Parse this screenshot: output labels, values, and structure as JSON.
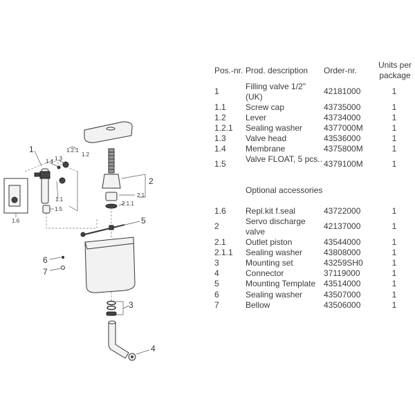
{
  "diagram": {
    "labels": {
      "l1": "1",
      "l1_1": "1.1",
      "l1_2": "1.2",
      "l1_2_1": "1.2.1",
      "l1_3": "1.3",
      "l1_4": "1.4",
      "l1_5": "1.5",
      "l1_6": "1.6",
      "l2": "2",
      "l2_1": "2.1",
      "l2_1_1": "2.1.1",
      "l3": "3",
      "l4": "4",
      "l5": "5",
      "l6": "6",
      "l7": "7"
    }
  },
  "table": {
    "headers": {
      "pos": "Pos.-nr.",
      "desc": "Prod. description",
      "order": "Order-nr.",
      "units": "Units per package"
    },
    "rows": [
      {
        "pos": "1",
        "desc": "Filling valve 1/2\" (UK)",
        "order": "42181000",
        "units": "1"
      },
      {
        "pos": "1.1",
        "desc": "Screw cap",
        "order": "43735000",
        "units": "1"
      },
      {
        "pos": "1.2",
        "desc": "Lever",
        "order": "43734000",
        "units": "1"
      },
      {
        "pos": "1.2.1",
        "desc": "Sealing washer",
        "order": "4377000M",
        "units": "1"
      },
      {
        "pos": "1.3",
        "desc": "Valve head",
        "order": "43536000",
        "units": "1"
      },
      {
        "pos": "1.4",
        "desc": "Membrane",
        "order": "4375800M",
        "units": "1"
      },
      {
        "pos": "1.5",
        "desc": "Valve FLOAT, 5 pcs..",
        "order": "4379100M",
        "units": "1"
      }
    ],
    "section_title": "Optional accessories",
    "optional_rows": [
      {
        "pos": "1.6",
        "desc": "Repl.kit f.seal",
        "order": "43722000",
        "units": "1"
      },
      {
        "pos": "2",
        "desc": "Servo discharge valve",
        "order": "42137000",
        "units": "1"
      },
      {
        "pos": "2.1",
        "desc": "Outlet piston",
        "order": "43544000",
        "units": "1"
      },
      {
        "pos": "2.1.1",
        "desc": "Sealing washer",
        "order": "43808000",
        "units": "1"
      },
      {
        "pos": "3",
        "desc": "Mounting set",
        "order": "43259SH0",
        "units": "1"
      },
      {
        "pos": "4",
        "desc": "Connector",
        "order": "37119000",
        "units": "1"
      },
      {
        "pos": "5",
        "desc": "Mounting Template",
        "order": "43514000",
        "units": "1"
      },
      {
        "pos": "6",
        "desc": "Sealing washer",
        "order": "43507000",
        "units": "1"
      },
      {
        "pos": "7",
        "desc": "Bellow",
        "order": "43506000",
        "units": "1"
      }
    ]
  }
}
